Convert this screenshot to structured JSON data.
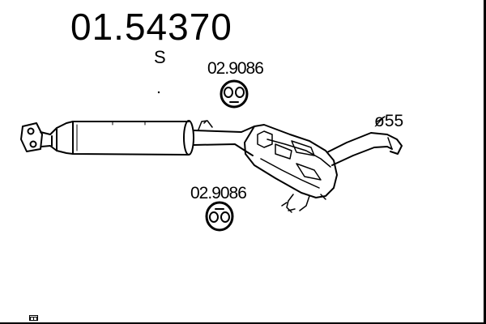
{
  "part_number": "01.54370",
  "variant_code": "S",
  "hanger_top": {
    "part_number": "02.9086",
    "icon": "rubber-hanger-icon"
  },
  "hanger_bottom": {
    "part_number": "02.9086",
    "icon": "rubber-hanger-icon"
  },
  "tailpipe": {
    "diameter_label": "ø55"
  },
  "components": {
    "flange": "flange-icon",
    "front_silencer": "front-silencer-icon",
    "rear_silencer": "rear-silencer-icon"
  },
  "colors": {
    "ink": "#000000",
    "paper": "#ffffff"
  }
}
